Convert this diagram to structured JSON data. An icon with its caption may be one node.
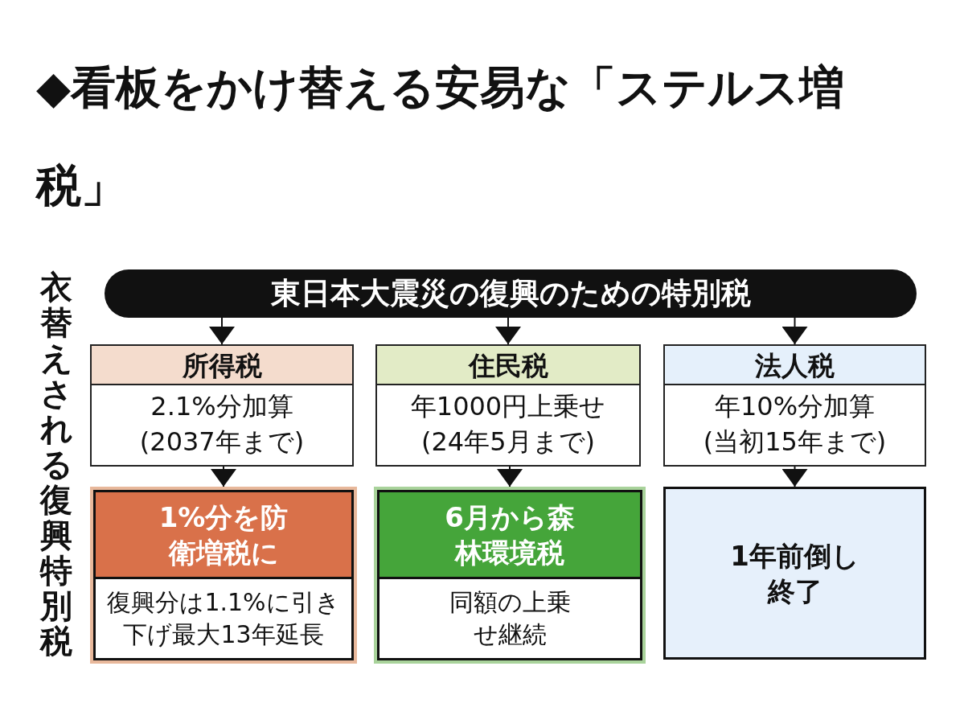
{
  "diagram": {
    "title": "◆看板をかけ替える安易な「ステルス増税」",
    "nodes": [
      {
        "text": [
          "東日本大震災の復興のための特別税"
        ]
      },
      {
        "text": [
          "所得税",
          "2.1%分加算",
          "(2037年まで)"
        ]
      },
      {
        "text": [
          "住民税",
          "年1000円上乗せ",
          "(24年5月まで)"
        ]
      },
      {
        "text": [
          "法人税",
          "年10%分加算",
          "(当初15年まで)"
        ]
      },
      {
        "text": [
          "1%分を防衛増税に",
          "復興分は1.1%に引き下げ最大13年延長"
        ]
      },
      {
        "text": [
          "6月から森林環境税",
          "同額の上乗せ継続"
        ]
      },
      {
        "text": [
          "1年前倒し終了"
        ]
      }
    ],
    "edges": [
      {
        "from": 0,
        "to": 1,
        "arrow": "to"
      },
      {
        "from": 0,
        "to": 2,
        "arrow": "to"
      },
      {
        "from": 0,
        "to": 3,
        "arrow": "to"
      },
      {
        "from": 1,
        "to": 4,
        "arrow": "to"
      },
      {
        "from": 2,
        "to": 5,
        "arrow": "to"
      },
      {
        "from": 3,
        "to": 6,
        "arrow": "to"
      }
    ],
    "labels": [
      "衣替えされる復興特別税"
    ]
  }
}
